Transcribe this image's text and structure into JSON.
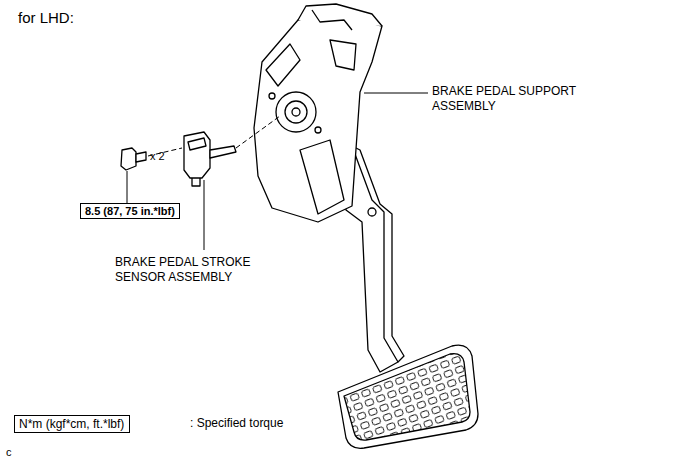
{
  "diagram": {
    "title": "for LHD:",
    "nodes": [
      {
        "text": [
          "8.5 (87, 75 in.*lbf)"
        ]
      },
      {
        "text": [
          "N*m (kgf*cm, ft.*lbf)"
        ]
      }
    ],
    "labels": [
      "BRAKE PEDAL SUPPORT ASSEMBLY",
      "x 2",
      "BRAKE PEDAL STROKE SENSOR ASSEMBLY",
      ": Specified torque",
      "c"
    ]
  }
}
